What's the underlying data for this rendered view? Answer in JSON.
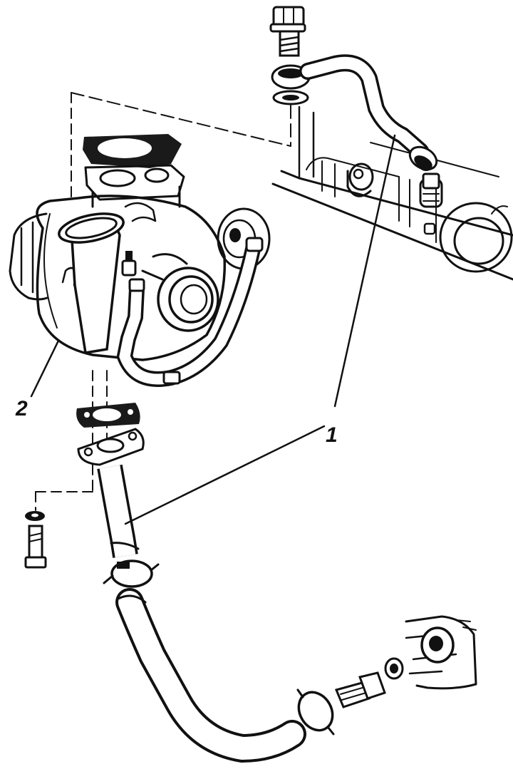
{
  "figure": {
    "callouts": [
      {
        "id": "1",
        "label": "1"
      },
      {
        "id": "2",
        "label": "2"
      }
    ],
    "components": [
      {
        "name": "banjo-bolt",
        "callout": "1"
      },
      {
        "name": "oil-feed-pipe",
        "callout": "1"
      },
      {
        "name": "oil-return-pipe",
        "callout": "1"
      },
      {
        "name": "turbocharger",
        "callout": "2"
      },
      {
        "name": "engine-block-section"
      },
      {
        "name": "crankcase-section"
      },
      {
        "name": "flange-gaskets"
      },
      {
        "name": "hose-clamps"
      },
      {
        "name": "return-fitting"
      }
    ],
    "colors": {
      "ink": "#111111",
      "background": "#ffffff",
      "gasket": "#1a1a1a"
    }
  }
}
